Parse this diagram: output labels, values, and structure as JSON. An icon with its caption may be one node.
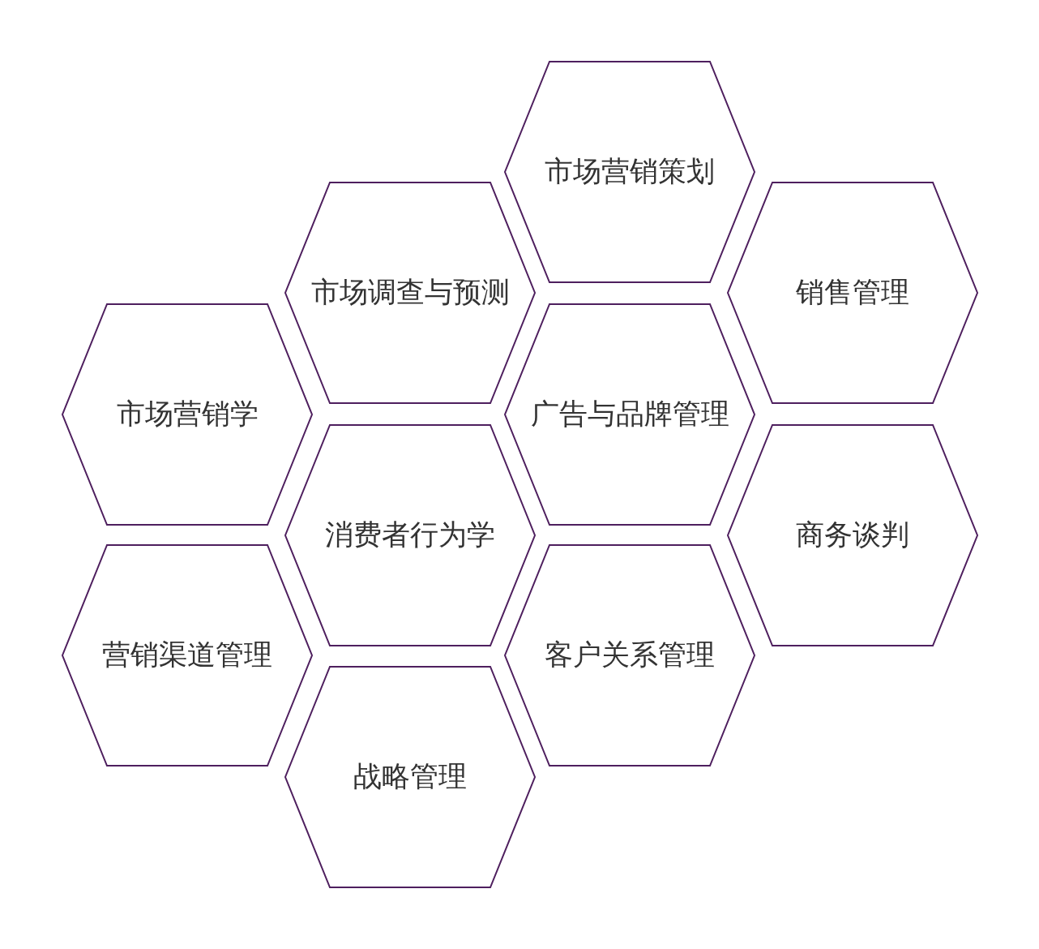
{
  "diagram": {
    "nodes": [
      {
        "text": [
          "市场营销策划"
        ]
      },
      {
        "text": [
          "市场调查与预测"
        ]
      },
      {
        "text": [
          "销售管理"
        ]
      },
      {
        "text": [
          "市场营销学"
        ]
      },
      {
        "text": [
          "广告与品牌管理"
        ]
      },
      {
        "text": [
          "消费者行为学"
        ]
      },
      {
        "text": [
          "商务谈判"
        ]
      },
      {
        "text": [
          "营销渠道管理"
        ]
      },
      {
        "text": [
          "客户关系管理"
        ]
      },
      {
        "text": [
          "战略管理"
        ]
      }
    ]
  }
}
